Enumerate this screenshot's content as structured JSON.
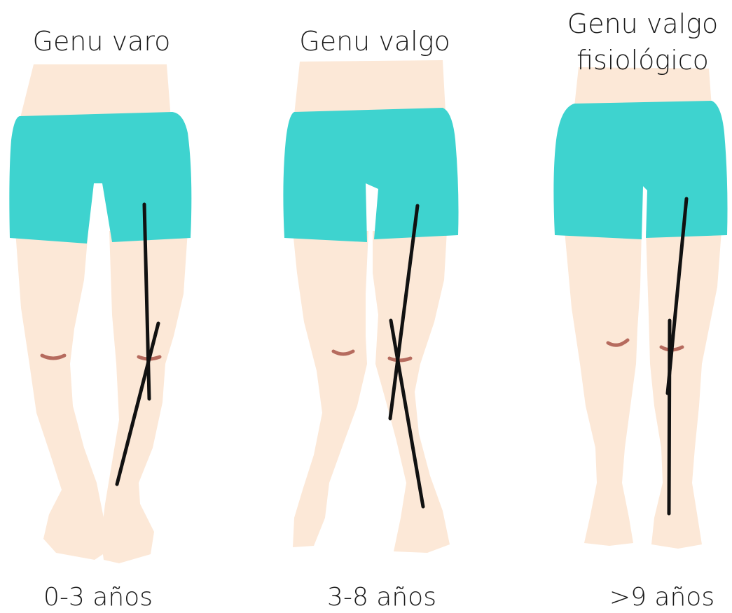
{
  "panels": [
    {
      "title": "Genu varo",
      "age": "0-3 años"
    },
    {
      "title": "Genu valgo",
      "age": "3-8 años"
    },
    {
      "title_line1": "Genu valgo",
      "title_line2": "fisiológico",
      "age": ">9 años"
    }
  ],
  "colors": {
    "skin": "#FCE8D7",
    "shorts": "#3ED3CF",
    "knee_mark": "#B66B5E",
    "axis_line": "#111111",
    "text": "#1a1a1a"
  }
}
